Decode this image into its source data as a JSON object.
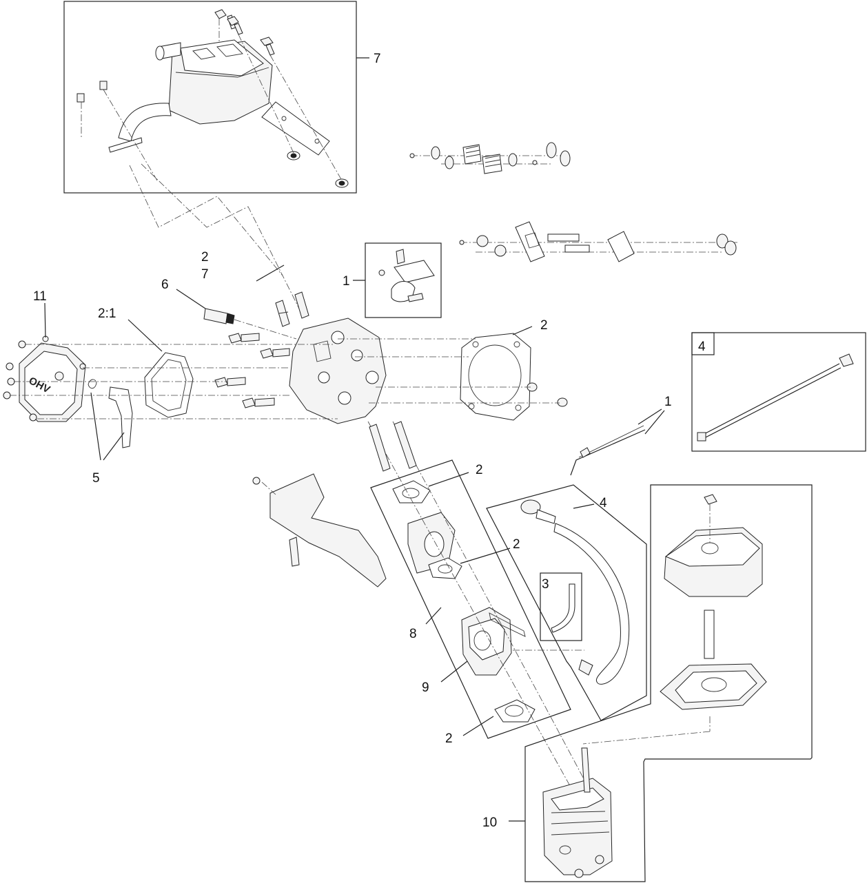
{
  "callouts": {
    "c7_top": "7",
    "c2_stud": "2",
    "c7_stud": "7",
    "c1_bracket": "1",
    "c6": "6",
    "c11": "11",
    "c2_1": "2:1",
    "c2_gasket": "2",
    "c4_box": "4",
    "c1_rod": "1",
    "c5": "5",
    "c2_insulator": "2",
    "c4_line": "4",
    "c2_lower": "2",
    "c3": "3",
    "c8": "8",
    "c9": "9",
    "c2_bottom": "2",
    "c10": "10"
  },
  "cover_marking": "OHV"
}
